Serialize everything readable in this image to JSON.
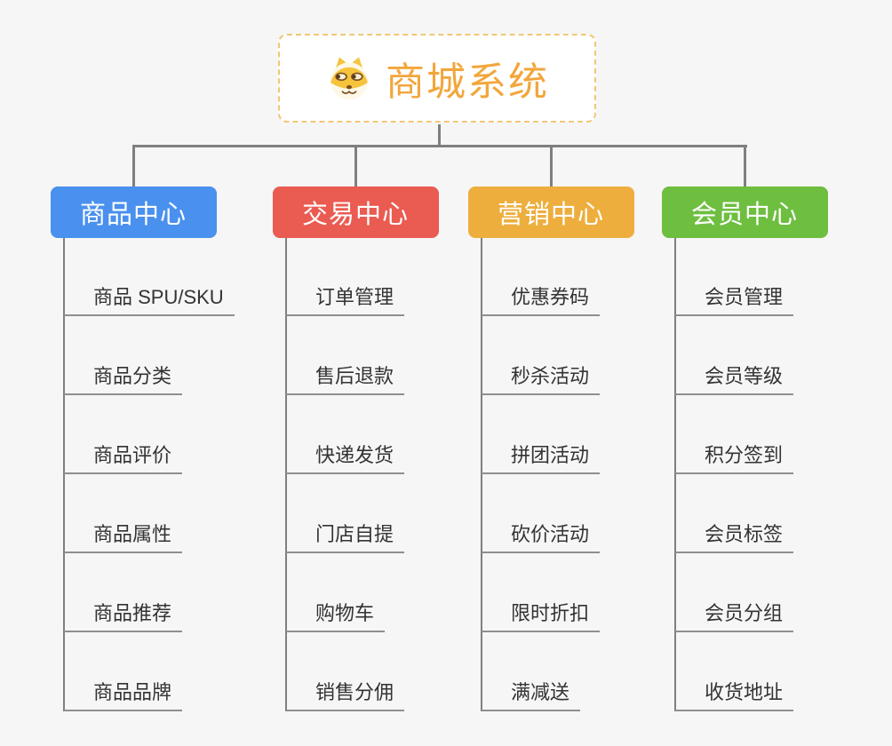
{
  "root": {
    "title": "商城系统",
    "icon": "dog-face-icon"
  },
  "branches": [
    {
      "label": "商品中心",
      "color": "#4A90EE",
      "children": [
        "商品 SPU/SKU",
        "商品分类",
        "商品评价",
        "商品属性",
        "商品推荐",
        "商品品牌"
      ]
    },
    {
      "label": "交易中心",
      "color": "#EA5B52",
      "children": [
        "订单管理",
        "售后退款",
        "快递发货",
        "门店自提",
        "购物车",
        "销售分佣"
      ]
    },
    {
      "label": "营销中心",
      "color": "#EDAE3D",
      "children": [
        "优惠券码",
        "秒杀活动",
        "拼团活动",
        "砍价活动",
        "限时折扣",
        "满减送"
      ]
    },
    {
      "label": "会员中心",
      "color": "#6EBE40",
      "children": [
        "会员管理",
        "会员等级",
        "积分签到",
        "会员标签",
        "会员分组",
        "收货地址"
      ]
    }
  ],
  "colors": {
    "background": "#F6F6F6",
    "connector": "#7F7F7F",
    "underline": "#8F8F8F",
    "root_text": "#F2A63C",
    "root_border": "#F2C775",
    "child_text": "#333333"
  }
}
